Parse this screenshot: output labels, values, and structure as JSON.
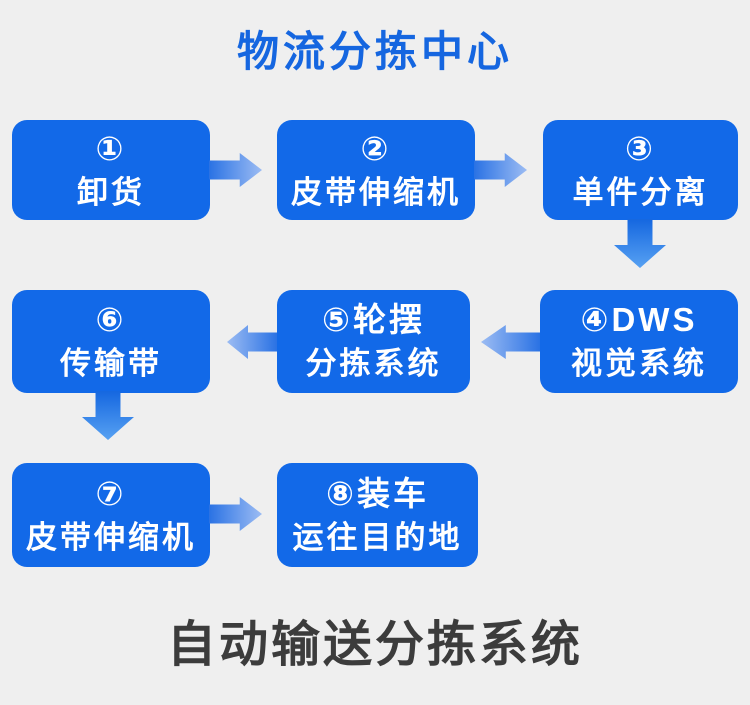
{
  "header": {
    "title": "物流分拣中心"
  },
  "footer": {
    "title": "自动输送分拣系统"
  },
  "colors": {
    "background": "#efefef",
    "node_fill": "#1269e8",
    "node_text": "#ffffff",
    "header_title": "#1566e0",
    "footer_title": "#3c3c3c",
    "arrow_dark": "#2a72e4",
    "arrow_light": "#9cbcf3"
  },
  "flowchart": {
    "nodes": [
      {
        "step": "1",
        "line1": "①",
        "line2": "卸货"
      },
      {
        "step": "2",
        "line1": "②",
        "line2": "皮带伸缩机"
      },
      {
        "step": "3",
        "line1": "③",
        "line2": "单件分离"
      },
      {
        "step": "4",
        "line1": "④DWS",
        "line2": "视觉系统"
      },
      {
        "step": "5",
        "line1": "⑤轮摆",
        "line2": "分拣系统"
      },
      {
        "step": "6",
        "line1": "⑥",
        "line2": "传输带"
      },
      {
        "step": "7",
        "line1": "⑦",
        "line2": "皮带伸缩机"
      },
      {
        "step": "8",
        "line1": "⑧装车",
        "line2": "运往目的地"
      }
    ],
    "connections": [
      {
        "from": "1",
        "to": "2",
        "direction": "right"
      },
      {
        "from": "2",
        "to": "3",
        "direction": "right"
      },
      {
        "from": "3",
        "to": "4",
        "direction": "down"
      },
      {
        "from": "4",
        "to": "5",
        "direction": "left"
      },
      {
        "from": "5",
        "to": "6",
        "direction": "left"
      },
      {
        "from": "6",
        "to": "7",
        "direction": "down"
      },
      {
        "from": "7",
        "to": "8",
        "direction": "right"
      }
    ]
  }
}
